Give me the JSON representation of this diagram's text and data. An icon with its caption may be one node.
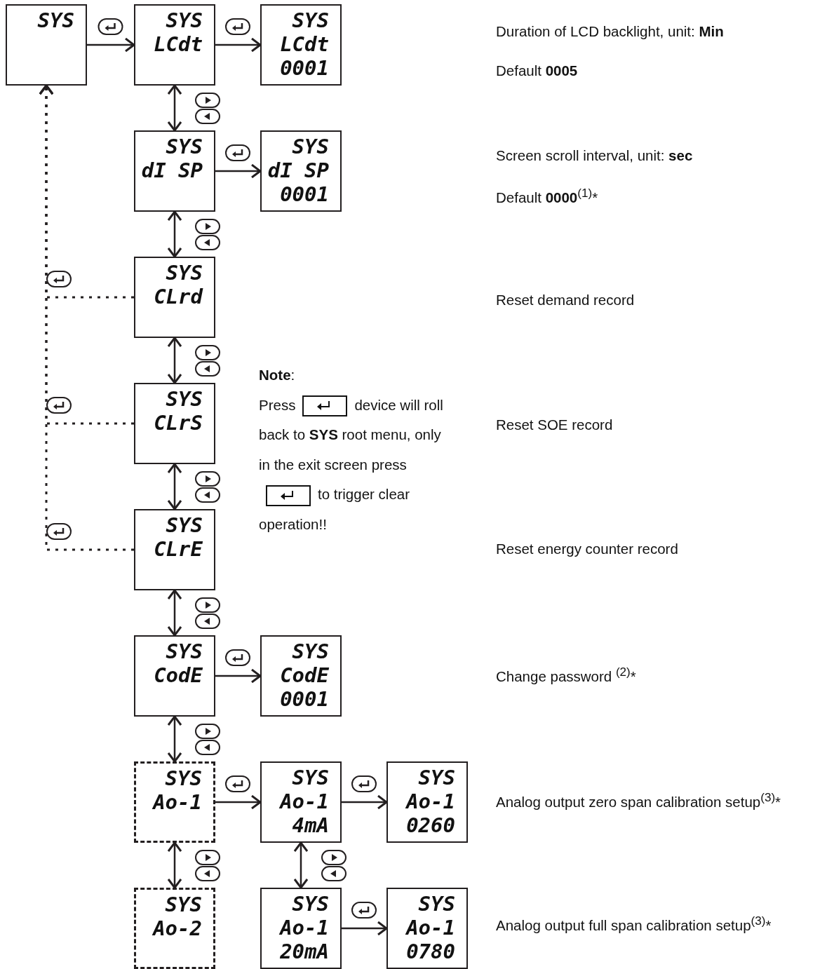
{
  "diagram": {
    "nodes": [
      {
        "text": [
          "SYS"
        ]
      },
      {
        "text": [
          "SYS",
          "LCdt"
        ]
      },
      {
        "text": [
          "SYS",
          "LCdt",
          "0001"
        ]
      },
      {
        "text": [
          "SYS",
          "dI SP"
        ]
      },
      {
        "text": [
          "SYS",
          "dI SP",
          "0001"
        ]
      },
      {
        "text": [
          "SYS",
          "CLrd"
        ]
      },
      {
        "text": [
          "SYS",
          "CLrS"
        ]
      },
      {
        "text": [
          "SYS",
          "CLrE"
        ]
      },
      {
        "text": [
          "SYS",
          "CodE"
        ]
      },
      {
        "text": [
          "SYS",
          "CodE",
          "0001"
        ]
      },
      {
        "text": [
          "SYS",
          "Ao-1"
        ]
      },
      {
        "text": [
          "SYS",
          "Ao-1",
          "4mA"
        ]
      },
      {
        "text": [
          "SYS",
          "Ao-1",
          "0260"
        ]
      },
      {
        "text": [
          "SYS",
          "Ao-2"
        ]
      },
      {
        "text": [
          "SYS",
          "Ao-1",
          "20mA"
        ]
      },
      {
        "text": [
          "SYS",
          "Ao-1",
          "0780"
        ]
      }
    ],
    "edges": [
      {
        "from": 0,
        "to": 1,
        "arrow": "to"
      },
      {
        "from": 1,
        "to": 2,
        "arrow": "to"
      },
      {
        "from": 1,
        "to": 3,
        "arrow": "both"
      },
      {
        "from": 3,
        "to": 4,
        "arrow": "to"
      },
      {
        "from": 3,
        "to": 5,
        "arrow": "both"
      },
      {
        "from": 5,
        "to": 6,
        "arrow": "both"
      },
      {
        "from": 6,
        "to": 7,
        "arrow": "both"
      },
      {
        "from": 7,
        "to": 8,
        "arrow": "both"
      },
      {
        "from": 8,
        "to": 9,
        "arrow": "to"
      },
      {
        "from": 8,
        "to": 10,
        "arrow": "both"
      },
      {
        "from": 10,
        "to": 11,
        "arrow": "to"
      },
      {
        "from": 11,
        "to": 12,
        "arrow": "to"
      },
      {
        "from": 11,
        "to": 14,
        "arrow": "both"
      },
      {
        "from": 14,
        "to": 15,
        "arrow": "to"
      },
      {
        "from": 10,
        "to": 13,
        "arrow": "both"
      },
      {
        "from": 5,
        "to": 0,
        "arrow": "to",
        "style": "dashed"
      },
      {
        "from": 6,
        "to": 0,
        "arrow": "to",
        "style": "dashed"
      },
      {
        "from": 7,
        "to": 0,
        "arrow": "to",
        "style": "dashed"
      }
    ],
    "labels": [
      "Duration of LCD backlight, unit: **Min**",
      "Default **0005**",
      "Screen scroll interval, unit: **sec**",
      "Default **0000**$^{(1)}$*",
      "**Note**:",
      "Press",
      "device will roll back to **SYS** root menu, only in the exit screen press",
      "to trigger clear operation!!",
      "Reset demand record",
      "Reset SOE record",
      "Reset energy counter record",
      "Change password $^{(2)}$*",
      "Analog output zero span calibration setup$^{(3)}$*",
      "Analog output full span calibration setup$^{(3)}$*"
    ]
  }
}
